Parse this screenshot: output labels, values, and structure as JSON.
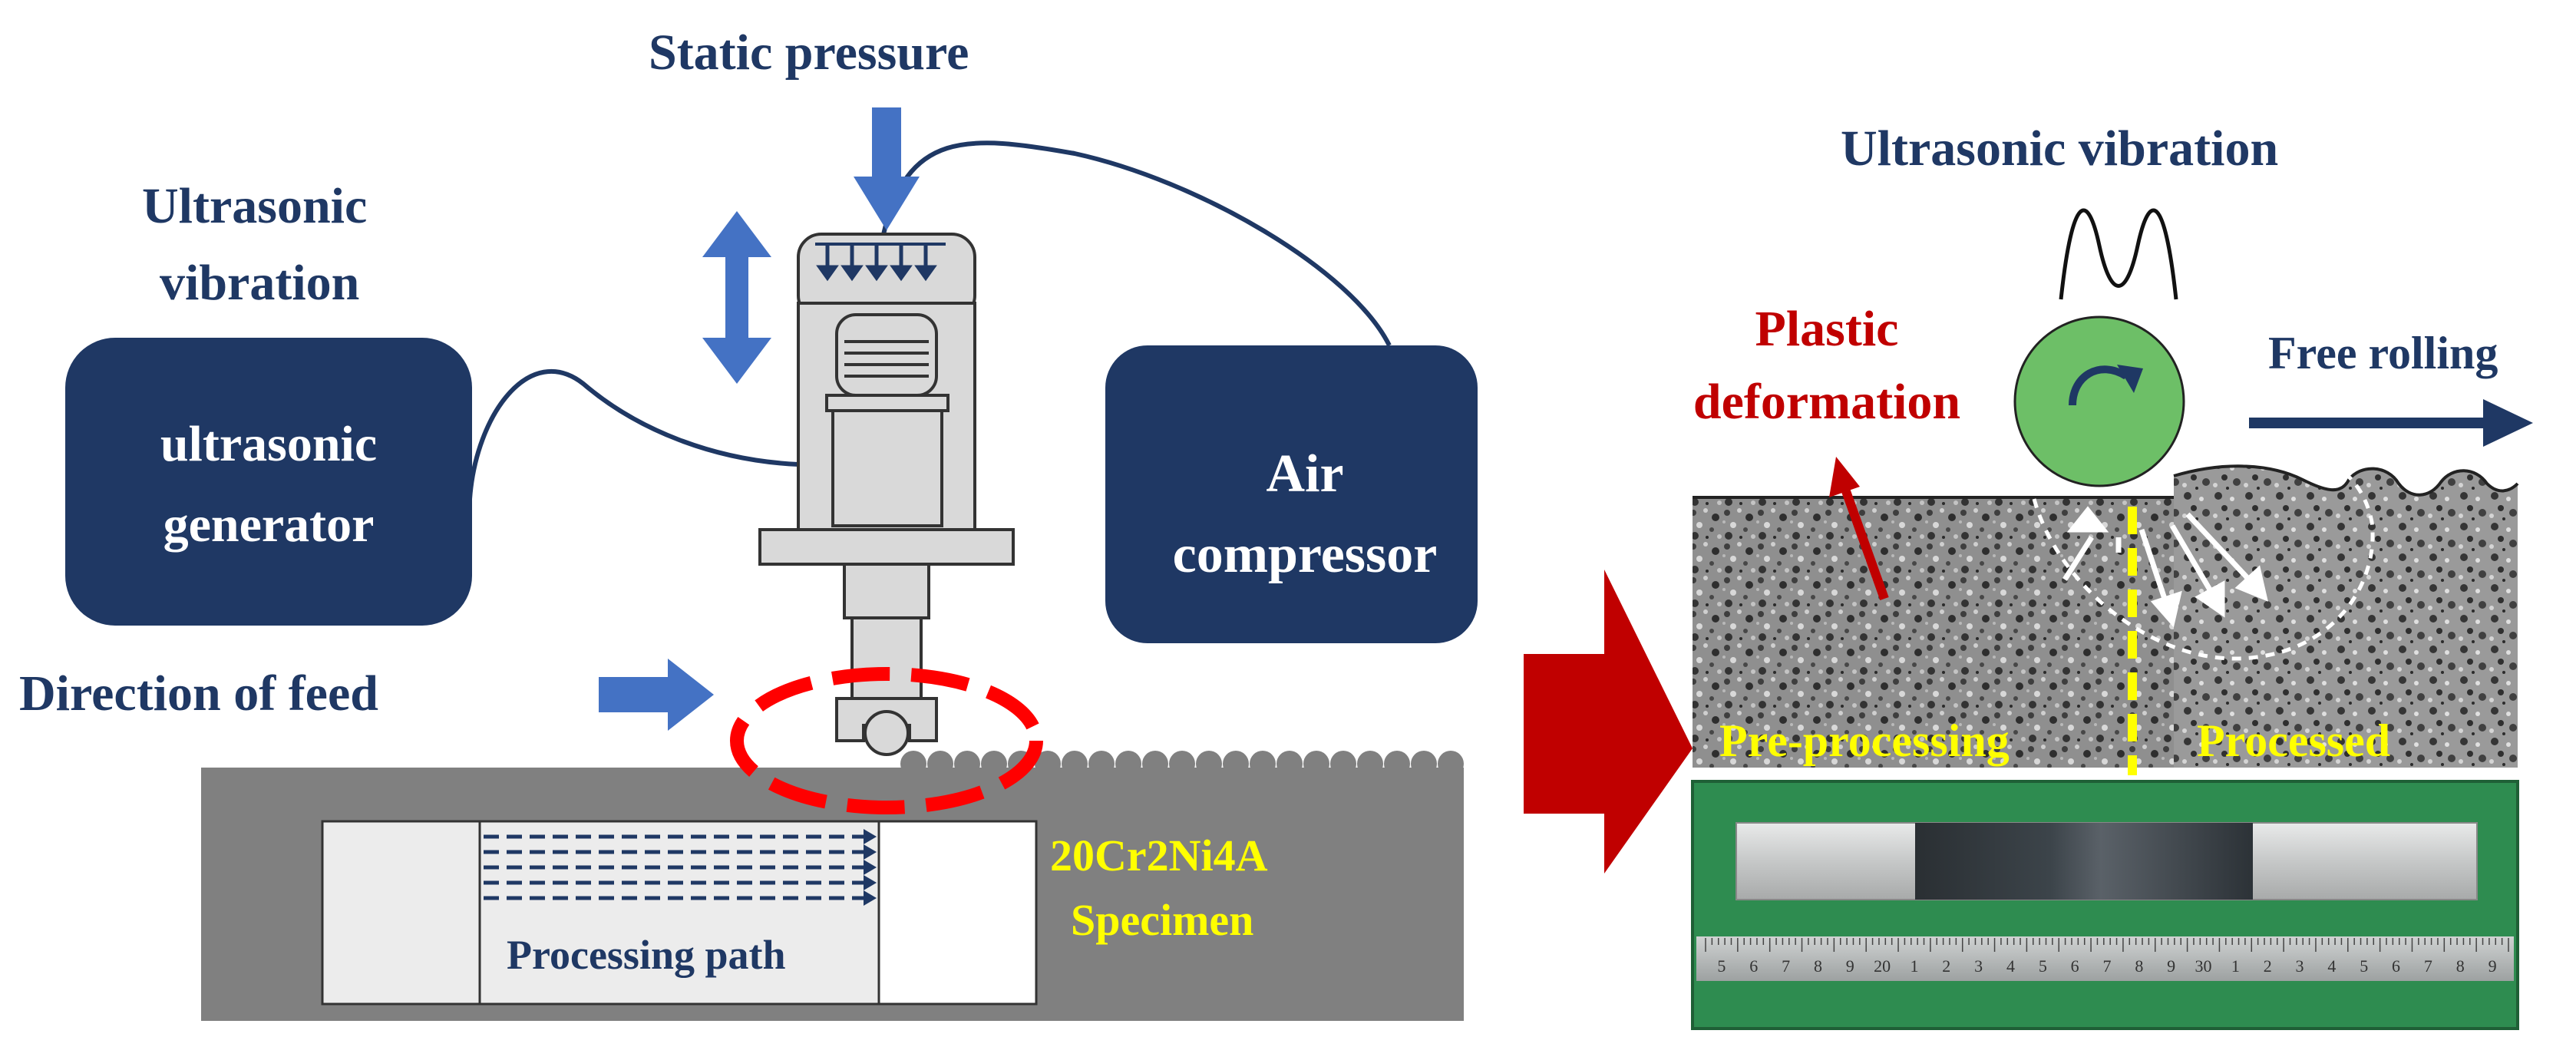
{
  "colors": {
    "navy": "#1f3864",
    "arrow_blue": "#4472c4",
    "red": "#c00000",
    "dash_red": "#ff0000",
    "ball_green": "#6dbf67",
    "specimen_gray": "#808080",
    "label_yellow": "#ffff00"
  },
  "left_diagram": {
    "static_pressure_label": "Static pressure",
    "ultrasonic_vibration_label": [
      "Ultrasonic",
      "vibration"
    ],
    "generator_box": [
      "ultrasonic",
      "generator"
    ],
    "compressor_box": [
      "Air",
      "compressor"
    ],
    "direction_of_feed_label": "Direction of feed",
    "processing_path_label": "Processing path",
    "specimen_label": [
      "20Cr2Ni4A",
      "Specimen"
    ]
  },
  "right_diagram": {
    "ultrasonic_vibration_label": "Ultrasonic vibration",
    "plastic_deformation_label": [
      "Plastic",
      "deformation"
    ],
    "free_rolling_label": "Free rolling",
    "pre_processing_label": "Pre-processing",
    "processed_label": "Processed",
    "ruler_numbers": [
      "5",
      "6",
      "7",
      "8",
      "9",
      "20",
      "1",
      "2",
      "3",
      "4",
      "5",
      "6",
      "7",
      "8",
      "9",
      "30",
      "1",
      "2",
      "3",
      "4",
      "5",
      "6",
      "7",
      "8",
      "9"
    ]
  },
  "icons": [
    "transition-arrow-icon",
    "sine-wave-icon",
    "rotation-arrow-icon",
    "up-down-arrow-icon",
    "pressure-arrow-icon",
    "feed-arrow-icon"
  ]
}
